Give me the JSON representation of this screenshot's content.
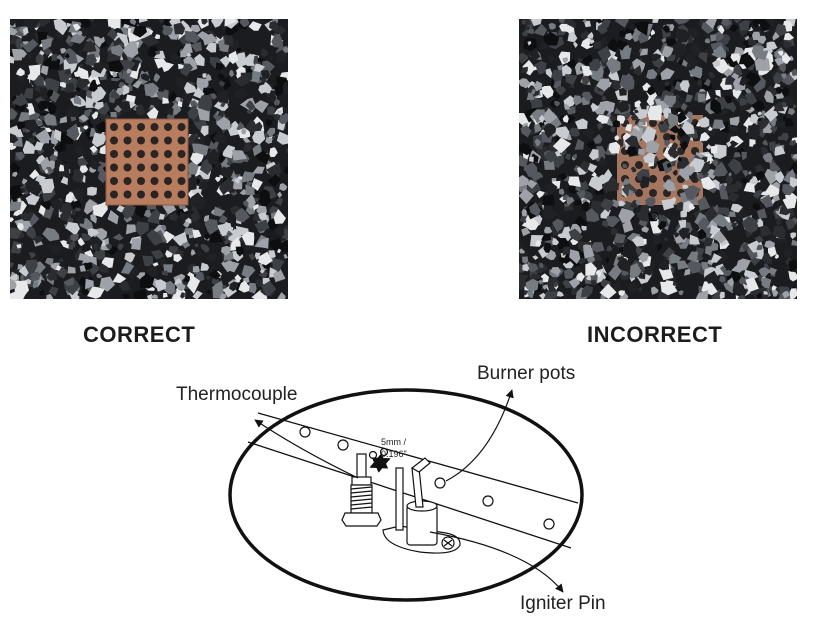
{
  "photos": {
    "left": {
      "caption": "CORRECT"
    },
    "right": {
      "caption": "INCORRECT"
    }
  },
  "diagram": {
    "labels": {
      "thermocouple": "Thermocouple",
      "burner_pots": "Burner pots",
      "igniter_pin": "Igniter Pin",
      "gap_mm": "5mm /",
      "gap_in": "0.196\""
    }
  },
  "colors": {
    "glass": "#1b1c1f",
    "copper": "#b87c5e",
    "line": "#111111"
  }
}
